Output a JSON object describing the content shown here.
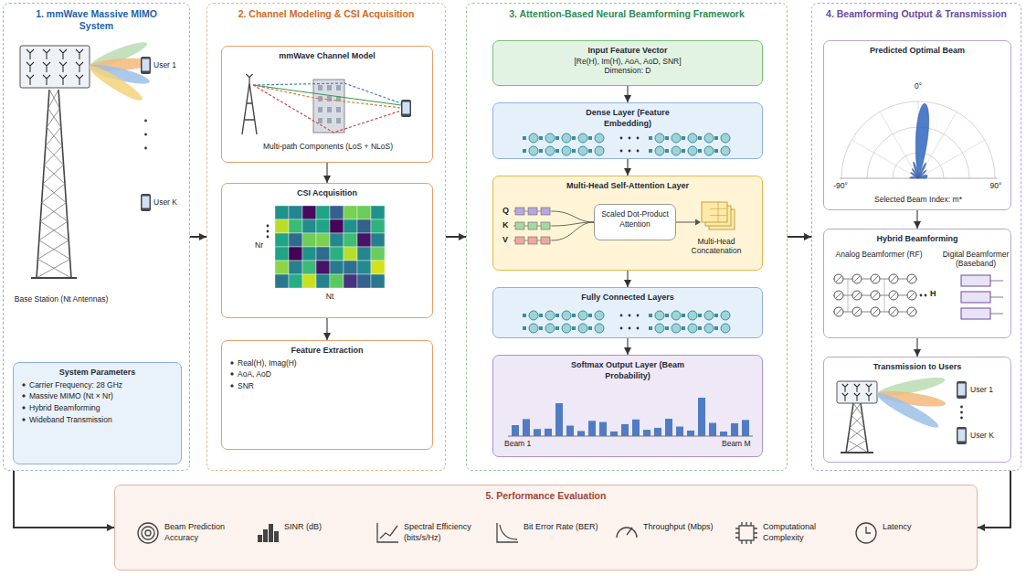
{
  "diagram": {
    "nodes": [
      {
        "text": [
          "1. mmWave Massive MIMO System"
        ]
      },
      {
        "text": [
          "System Parameters",
          "Carrier Frequency: 28 GHz",
          "Massive MIMO (Nt × Nr)",
          "Hybrid Beamforming",
          "Wideband Transmission"
        ],
        "in": 0
      },
      {
        "text": [
          "2. Channel Modeling & CSI Acquisition"
        ]
      },
      {
        "text": [
          "mmWave Channel Model"
        ],
        "in": 2
      },
      {
        "text": [
          "CSI Acquisition"
        ],
        "in": 2
      },
      {
        "text": [
          "Feature Extraction",
          "Real(H), Imag(H)",
          "AoA, AoD",
          "SNR"
        ],
        "in": 2
      },
      {
        "text": [
          "3. Attention-Based Neural Beamforming Framework"
        ]
      },
      {
        "text": [
          "Input Feature Vector",
          "[Re(H), Im(H), AoA, AoD, SNR]",
          "Dimension: D"
        ],
        "in": 6
      },
      {
        "text": [
          "Dense Layer (Feature Embedding)"
        ],
        "in": 6
      },
      {
        "text": [
          "Multi-Head Self-Attention Layer"
        ],
        "in": 6
      },
      {
        "text": [
          "Scaled Dot-Product Attention"
        ],
        "in": 9
      },
      {
        "text": [
          "Fully Connected Layers"
        ],
        "in": 6
      },
      {
        "text": [
          "Softmax Output Layer (Beam Probability)"
        ],
        "in": 6
      },
      {
        "text": [
          "4. Beamforming Output & Transmission"
        ]
      },
      {
        "text": [
          "Predicted Optimal Beam"
        ],
        "in": 13
      },
      {
        "text": [
          "Hybrid Beamforming"
        ],
        "in": 13
      },
      {
        "text": [
          "Transmission to Users"
        ],
        "in": 13
      },
      {
        "text": [
          "5. Performance Evaluation",
          "Beam Prediction Accuracy",
          "SINR (dB)",
          "Spectral Efficiency (bits/s/Hz)",
          "Bit Error Rate (BER)",
          "Throughput (Mbps)",
          "Computational Complexity",
          "Latency"
        ]
      }
    ],
    "edges": [
      {
        "from": 0,
        "to": 2,
        "arrow": "to"
      },
      {
        "from": 2,
        "to": 6,
        "arrow": "to"
      },
      {
        "from": 6,
        "to": 13,
        "arrow": "to"
      },
      {
        "from": 3,
        "to": 4,
        "arrow": "to"
      },
      {
        "from": 4,
        "to": 5,
        "arrow": "to"
      },
      {
        "from": 7,
        "to": 8,
        "arrow": "to"
      },
      {
        "from": 8,
        "to": 9,
        "arrow": "to"
      },
      {
        "from": 9,
        "to": 11,
        "arrow": "to"
      },
      {
        "from": 11,
        "to": 12,
        "arrow": "to"
      },
      {
        "from": 14,
        "to": 15,
        "arrow": "to"
      },
      {
        "from": 15,
        "to": 16,
        "arrow": "to"
      },
      {
        "from": 0,
        "to": 17,
        "arrow": "to"
      },
      {
        "from": 13,
        "to": 17,
        "arrow": "to"
      }
    ],
    "labels": [
      "Base Station (Nt Antennas)",
      "User 1",
      "User K",
      "Multi-path Components (LoS + NLoS)",
      "Nr",
      "Nt",
      "Q",
      "K",
      "V",
      "Multi-Head Concatenation",
      "Beam 1",
      "Beam M",
      "0°",
      "-90°",
      "90°",
      "Selected Beam Index: m*",
      "Analog Beamformer (RF)",
      "Digital Beamformer (Baseband)",
      "H",
      "User 1",
      "User K"
    ]
  }
}
